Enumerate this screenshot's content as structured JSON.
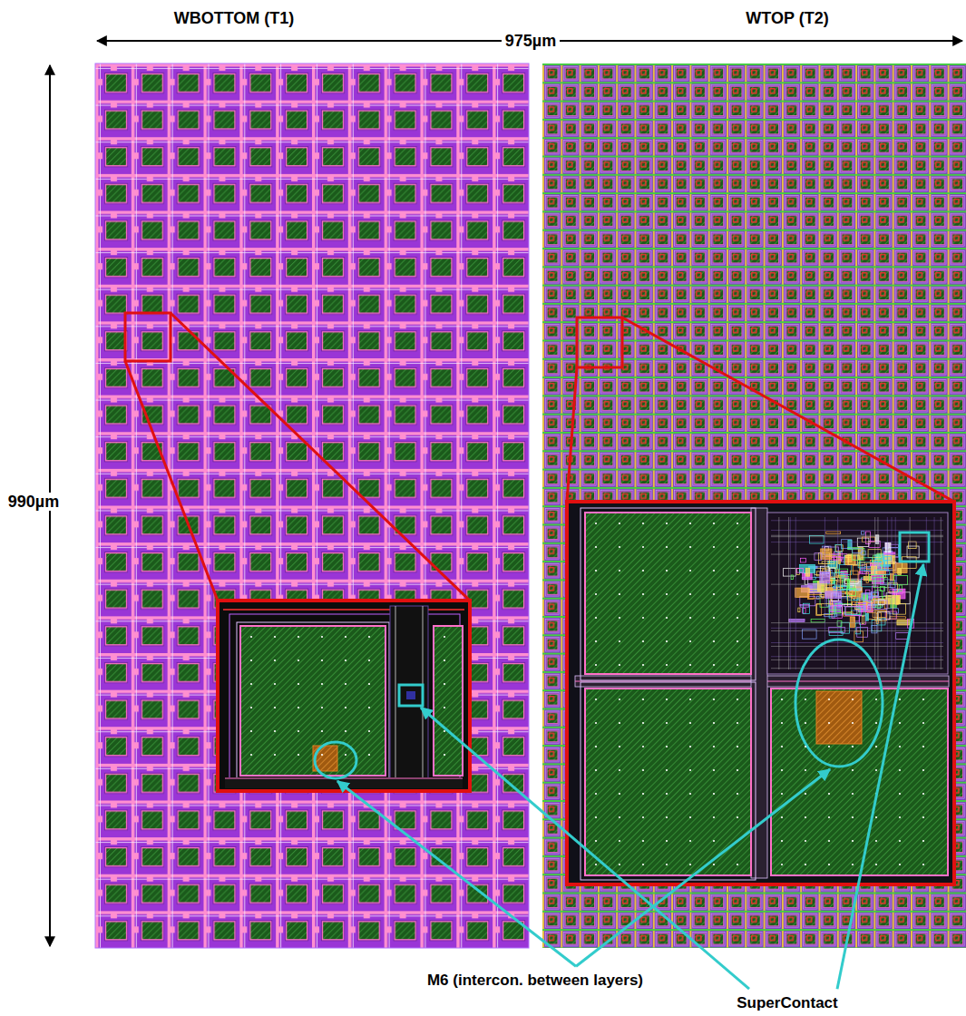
{
  "diagram": {
    "labels": [
      "WBOTTOM (T1)",
      "WTOP (T2)",
      "975µm",
      "990µm",
      "M6 (intercon. between layers)",
      "SuperContact"
    ]
  }
}
